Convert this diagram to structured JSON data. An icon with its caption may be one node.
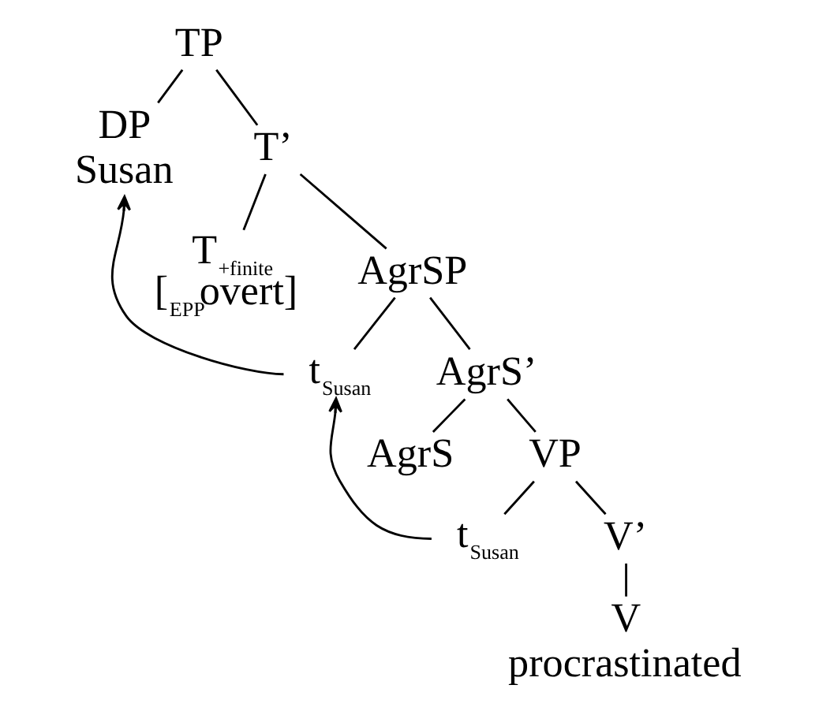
{
  "diagram": {
    "nodes": [
      {
        "text": [
          "TP"
        ]
      },
      {
        "text": [
          "DP",
          "Susan"
        ]
      },
      {
        "text": [
          "T’"
        ]
      },
      {
        "text": [
          "T$_{+finite}$",
          "[$_{EPP}$overt]"
        ]
      },
      {
        "text": [
          "AgrSP"
        ]
      },
      {
        "text": [
          "t$_{Susan}$"
        ]
      },
      {
        "text": [
          "AgrS’"
        ]
      },
      {
        "text": [
          "AgrS"
        ]
      },
      {
        "text": [
          "VP"
        ]
      },
      {
        "text": [
          "t$_{Susan}$"
        ]
      },
      {
        "text": [
          "V’"
        ]
      },
      {
        "text": [
          "V",
          "procrastinated"
        ]
      }
    ],
    "edges": [
      {
        "from": 0,
        "to": 1,
        "arrow": "none"
      },
      {
        "from": 0,
        "to": 2,
        "arrow": "none"
      },
      {
        "from": 2,
        "to": 3,
        "arrow": "none"
      },
      {
        "from": 2,
        "to": 4,
        "arrow": "none"
      },
      {
        "from": 4,
        "to": 5,
        "arrow": "none"
      },
      {
        "from": 4,
        "to": 6,
        "arrow": "none"
      },
      {
        "from": 6,
        "to": 7,
        "arrow": "none"
      },
      {
        "from": 6,
        "to": 8,
        "arrow": "none"
      },
      {
        "from": 8,
        "to": 9,
        "arrow": "none"
      },
      {
        "from": 8,
        "to": 10,
        "arrow": "none"
      },
      {
        "from": 10,
        "to": 11,
        "arrow": "none"
      },
      {
        "from": 5,
        "to": 1,
        "arrow": "to"
      },
      {
        "from": 9,
        "to": 5,
        "arrow": "to"
      }
    ]
  }
}
